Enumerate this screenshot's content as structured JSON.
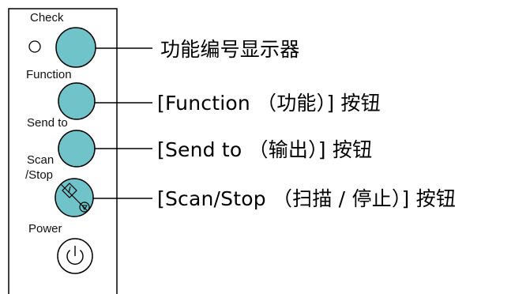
{
  "panel": {
    "check_label": "Check",
    "function_label": "Function",
    "send_to_label": "Send to",
    "scan_label": "Scan",
    "stop_label": "/Stop",
    "power_label": "Power"
  },
  "callouts": {
    "function_number_display": "功能编号显示器",
    "function_button": "[Function （功能）] 按钮",
    "send_to_button": "[Send to （输出）] 按钮",
    "scan_stop_button": "[Scan/Stop （扫描 / 停止）] 按钮"
  },
  "colors": {
    "button_fill": "#6fc3c9",
    "outline": "#000000"
  },
  "icons": {
    "check_indicator": "check-led-icon",
    "scan_start": "start-diamond-icon",
    "stop": "stop-icon",
    "power": "power-icon"
  }
}
